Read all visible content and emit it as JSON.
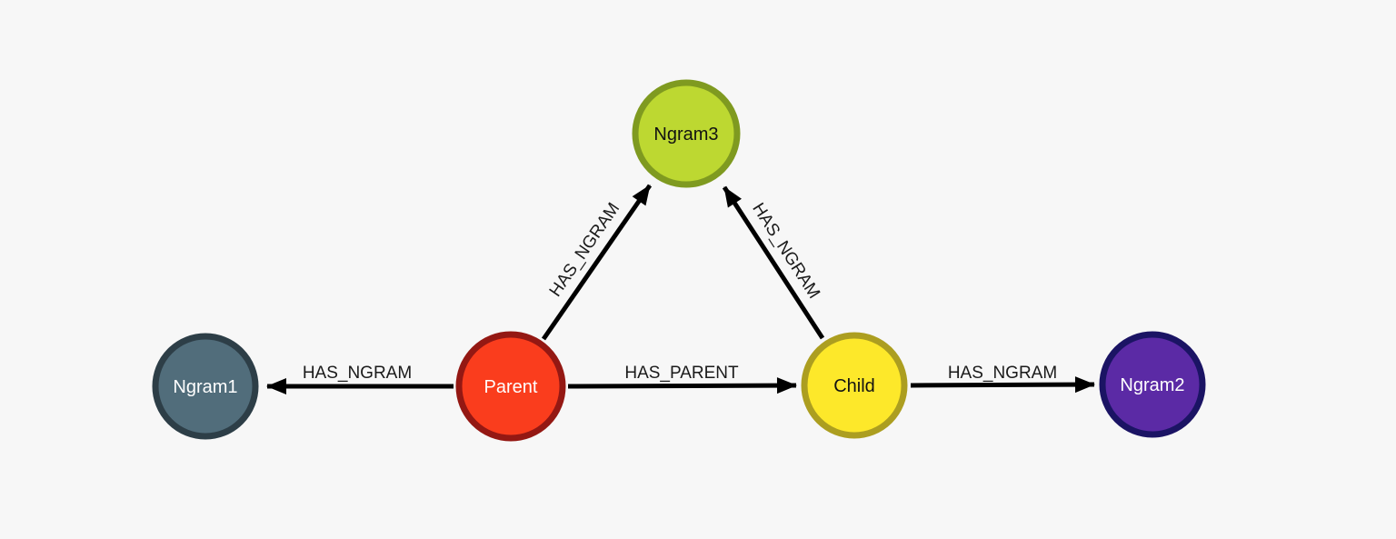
{
  "canvas": {
    "background": "#f7f7f7",
    "edge_color": "#000000",
    "edge_label_color": "#1a1a1a"
  },
  "graph": {
    "nodes": [
      {
        "id": "ngram1",
        "label": "Ngram1",
        "fill": "#516d7b",
        "stroke": "#2d3e47",
        "text_color": "#ffffff"
      },
      {
        "id": "parent",
        "label": "Parent",
        "fill": "#fa3d1d",
        "stroke": "#941813",
        "text_color": "#ffffff"
      },
      {
        "id": "ngram3",
        "label": "Ngram3",
        "fill": "#bdd831",
        "stroke": "#7f9a20",
        "text_color": "#121212"
      },
      {
        "id": "child",
        "label": "Child",
        "fill": "#fde82a",
        "stroke": "#ac9e20",
        "text_color": "#121212"
      },
      {
        "id": "ngram2",
        "label": "Ngram2",
        "fill": "#5b2aa5",
        "stroke": "#1b1464",
        "text_color": "#ffffff"
      }
    ],
    "edges": [
      {
        "from": "parent",
        "to": "ngram1",
        "label": "HAS_NGRAM"
      },
      {
        "from": "parent",
        "to": "ngram3",
        "label": "HAS_NGRAM"
      },
      {
        "from": "parent",
        "to": "child",
        "label": "HAS_PARENT"
      },
      {
        "from": "child",
        "to": "ngram3",
        "label": "HAS_NGRAM"
      },
      {
        "from": "child",
        "to": "ngram2",
        "label": "HAS_NGRAM"
      }
    ]
  }
}
